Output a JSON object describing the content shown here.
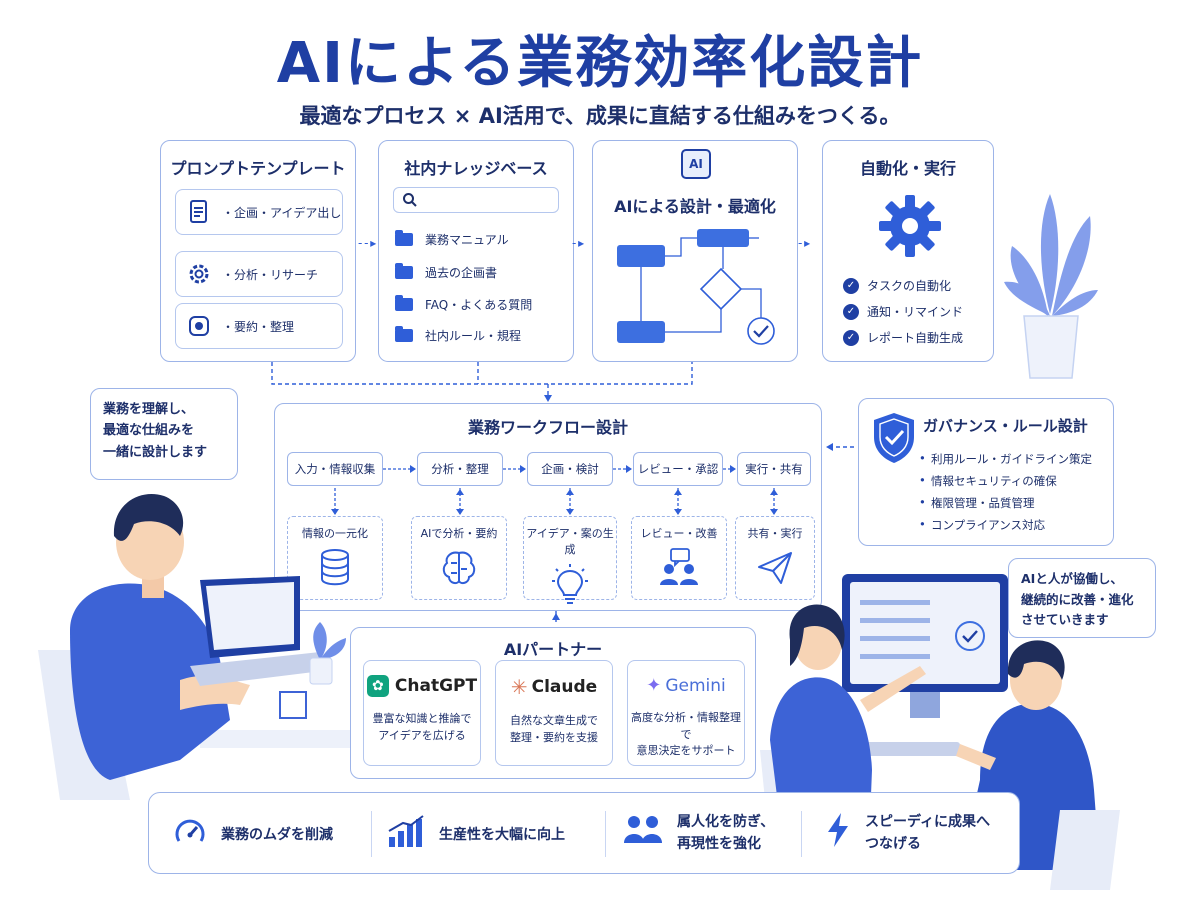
{
  "title": "AIによる業務効率化設計",
  "subtitle": "最適なプロセス × AI活用で、成果に直結する仕組みをつくる。",
  "prompt_templates": {
    "title": "プロンプトテンプレート",
    "items": [
      "・企画・アイデア出し",
      "・分析・リサーチ",
      "・要約・整理"
    ]
  },
  "knowledge_base": {
    "title": "社内ナレッジベース",
    "items": [
      "業務マニュアル",
      "過去の企画書",
      "FAQ・よくある質問",
      "社内ルール・規程"
    ]
  },
  "ai_design": {
    "chip": "AI",
    "title": "AIによる設計・最適化"
  },
  "automation": {
    "title": "自動化・実行",
    "items": [
      "タスクの自動化",
      "通知・リマインド",
      "レポート自動生成"
    ]
  },
  "workflow": {
    "title": "業務ワークフロー設計",
    "steps": [
      "入力・情報収集",
      "分析・整理",
      "企画・検討",
      "レビュー・承認",
      "実行・共有"
    ],
    "subs": [
      "情報の一元化",
      "AIで分析・要約",
      "アイデア・案の生成",
      "レビュー・改善",
      "共有・実行"
    ]
  },
  "governance": {
    "title": "ガバナンス・ルール設計",
    "items": [
      "利用ルール・ガイドライン策定",
      "情報セキュリティの確保",
      "権限管理・品質管理",
      "コンプライアンス対応"
    ]
  },
  "partner": {
    "title": "AIパートナー",
    "cards": [
      {
        "name": "ChatGPT",
        "desc1": "豊富な知識と推論で",
        "desc2": "アイデアを広げる"
      },
      {
        "name": "Claude",
        "desc1": "自然な文章生成で",
        "desc2": "整理・要約を支援"
      },
      {
        "name": "Gemini",
        "desc1": "高度な分析・情報整理で",
        "desc2": "意思決定をサポート"
      }
    ]
  },
  "bubbles": {
    "left": [
      "業務を理解し、",
      "最適な仕組みを",
      "一緒に設計します"
    ],
    "right": [
      "AIと人が協働し、",
      "継続的に改善・進化",
      "させていきます"
    ]
  },
  "benefits": [
    "業務のムダを削減",
    "生産性を大幅に向上",
    "属人化を防ぎ、",
    "再現性を強化",
    "スピーディに成果へ",
    "つなげる"
  ],
  "colors": {
    "primary": "#1f3fa3",
    "accent": "#2f5ed8",
    "border": "#9db4e8"
  }
}
